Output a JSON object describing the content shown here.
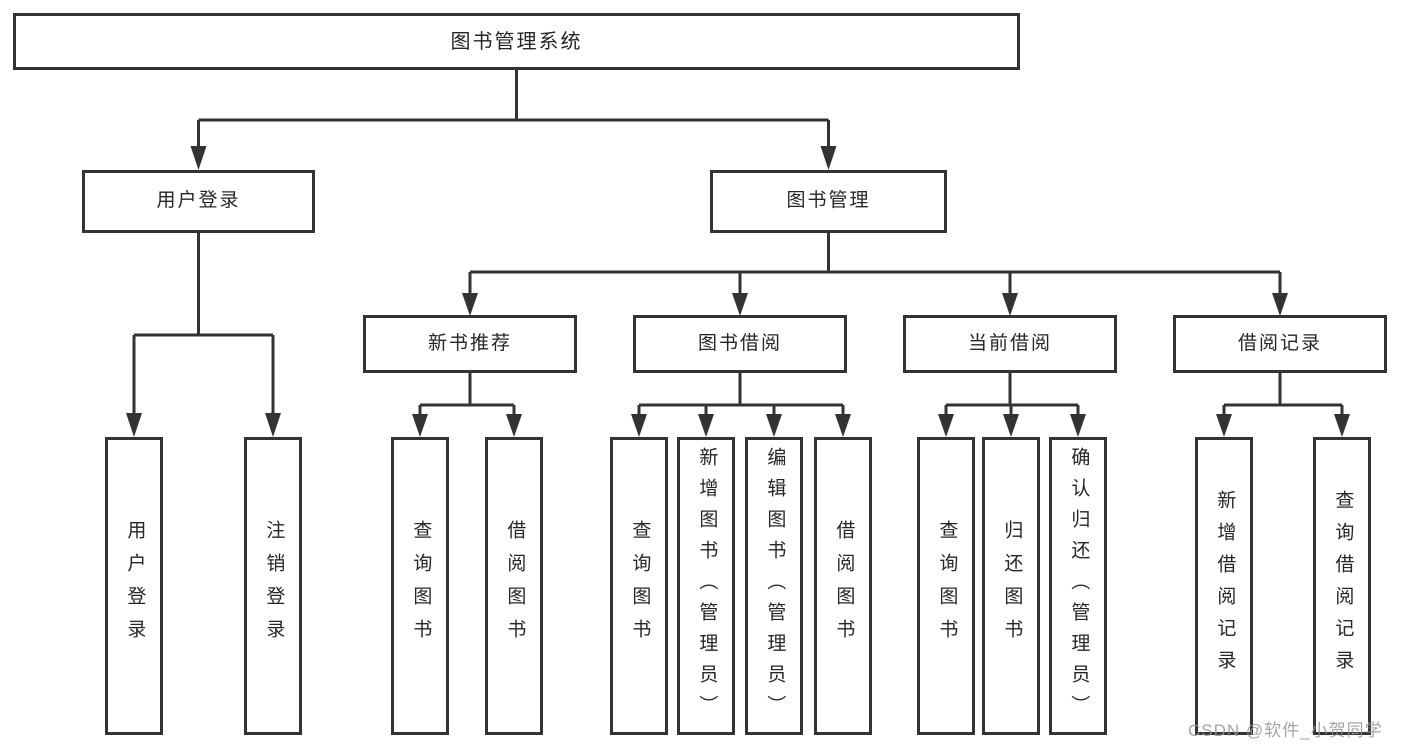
{
  "nodes": {
    "root": "图书管理系统",
    "user_login": "用户登录",
    "book_management": "图书管理",
    "new_book_recommend": "新书推荐",
    "book_borrow": "图书借阅",
    "current_borrow": "当前借阅",
    "borrow_record": "借阅记录",
    "leaf_user_login": "用户登录",
    "leaf_logout": "注销登录",
    "leaf_nb_query": "查询图书",
    "leaf_nb_borrow": "借阅图书",
    "leaf_bb_query": "查询图书",
    "leaf_bb_add": "新增图书（管理员）",
    "leaf_bb_edit": "编辑图书（管理员）",
    "leaf_bb_borrow": "借阅图书",
    "leaf_cb_query": "查询图书",
    "leaf_cb_return": "归还图书",
    "leaf_cb_confirm": "确认归还（管理员）",
    "leaf_br_add": "新增借阅记录",
    "leaf_br_query": "查询借阅记录"
  },
  "hierarchy": {
    "图书管理系统": {
      "用户登录": [
        "用户登录",
        "注销登录"
      ],
      "图书管理": {
        "新书推荐": [
          "查询图书",
          "借阅图书"
        ],
        "图书借阅": [
          "查询图书",
          "新增图书（管理员）",
          "编辑图书（管理员）",
          "借阅图书"
        ],
        "当前借阅": [
          "查询图书",
          "归还图书",
          "确认归还（管理员）"
        ],
        "借阅记录": [
          "新增借阅记录",
          "查询借阅记录"
        ]
      }
    }
  },
  "watermark": "CSDN @软件_小贺同学",
  "colors": {
    "line": "#333333",
    "text": "#262626",
    "box_background": "#ffffff",
    "watermark": "#949494"
  }
}
